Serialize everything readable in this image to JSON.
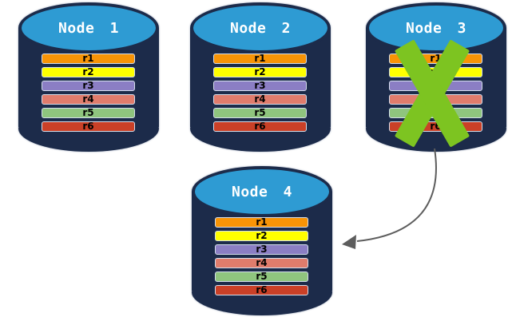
{
  "nodes": [
    {
      "label": "Node 1",
      "status": "active",
      "rows": [
        "r1",
        "r2",
        "r3",
        "r4",
        "r5",
        "r6"
      ]
    },
    {
      "label": "Node 2",
      "status": "active",
      "rows": [
        "r1",
        "r2",
        "r3",
        "r4",
        "r5",
        "r6"
      ]
    },
    {
      "label": "Node 3",
      "status": "failed",
      "rows": [
        "r1",
        "r2",
        "r3",
        "r4",
        "r5",
        "r6"
      ]
    },
    {
      "label": "Node 4",
      "status": "active",
      "rows": [
        "r1",
        "r2",
        "r3",
        "r4",
        "r5",
        "r6"
      ]
    }
  ],
  "colors": {
    "background": "#FFFFFF",
    "cylinder_body": "#1C2B4A",
    "cylinder_top": "#2E9BD3",
    "title_text": "#FFFFFF",
    "row_text": "#000000",
    "row_border": "#D4DEEC",
    "r1": "#F89406",
    "r2": "#FFFF00",
    "r3": "#8B7EC4",
    "r4": "#E07C6C",
    "r5": "#8FC57E",
    "r6": "#CA4027",
    "failure_x": "#7DC421",
    "arrow": "#5D5D5D"
  }
}
